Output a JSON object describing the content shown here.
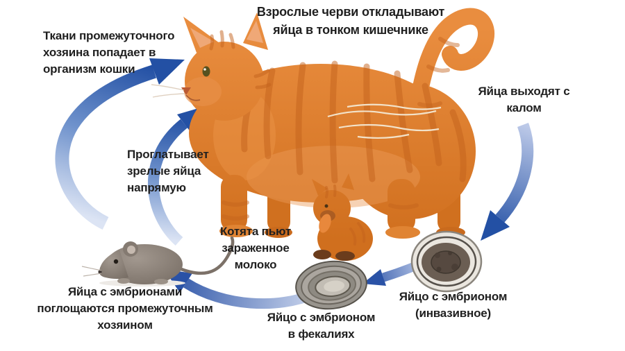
{
  "labels": {
    "adult_worms": "Взрослые черви откладывают\nяйца в тонком кишечнике",
    "host_tissue": "Ткани промежуточного\nхозяина попадает в\nорганизм кошки",
    "swallow_direct": "Проглатывает\nзрелые яйца\nнапрямую",
    "eggs_exit": "Яйца выходят с\nкалом",
    "kittens_milk": "Котята пьют\nзараженное\nмолоко",
    "egg_in_feces": "Яйцо с эмбрионом\nв фекалиях",
    "egg_invasive": "Яйцо с эмбрионом\n(инвазивное)",
    "eggs_ingested": "Яйца с эмбрионами\nпоглощаются промежуточным\nхозяином"
  },
  "figures": {
    "cat": "adult orange tabby cat",
    "kitten": "orange kitten",
    "mouse": "gray mouse intermediate host",
    "egg_in_feces": "layered oval helminth egg",
    "egg_invasive": "round embryonated helminth egg",
    "arrows": [
      "host-tissue-to-cat-arrow",
      "direct-swallow-arrow",
      "cat-to-kitten-arrow",
      "eggs-exit-arrow",
      "invasive-egg-to-feces-egg-arrow",
      "feces-egg-to-mouse-arrow"
    ]
  },
  "colors": {
    "background": "#ffffff",
    "text": "#1f1f1f",
    "arrow_dark": "#2350a4",
    "arrow_light": "#dce4f4",
    "cat_orange": "#e0802f",
    "mouse_gray": "#8d837b"
  }
}
